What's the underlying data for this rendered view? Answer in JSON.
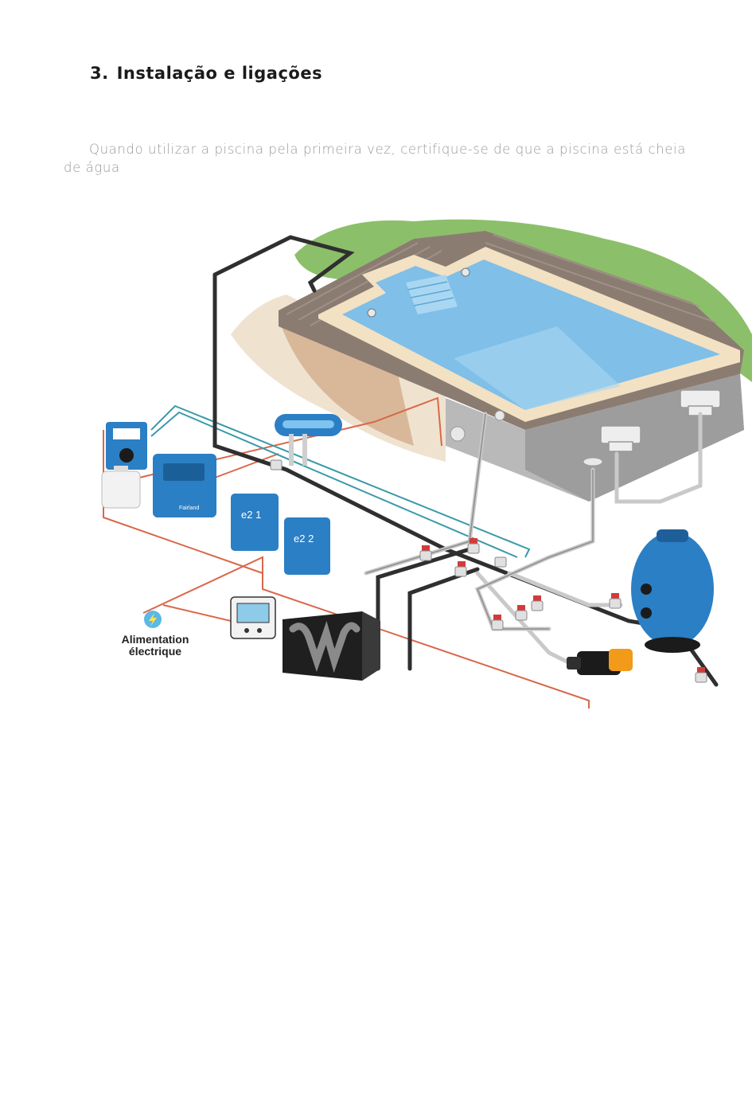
{
  "section": {
    "number": "3.",
    "title": "Instalação e ligações"
  },
  "paragraph": "Quando utilizar a piscina pela primeira vez, certifique-se de que a piscina está cheia de água",
  "diagram": {
    "power_label_line1": "Alimentation",
    "power_label_line2": "électrique",
    "box1_label": "e2 1",
    "box2_label": "e2 2",
    "device_brand": "Fairland",
    "colors": {
      "pool_water": "#7fbfe8",
      "pool_edge": "#f3e1c4",
      "grass": "#8cbf6a",
      "deck": "#8b7c72",
      "device_blue": "#2b7fc4",
      "pipe_dark": "#2f2f2f",
      "pipe_light": "#c9c9c9",
      "wire_red": "#d9684a",
      "wire_teal": "#3a9aa8",
      "heat_pump": "#1f1f1f"
    }
  }
}
